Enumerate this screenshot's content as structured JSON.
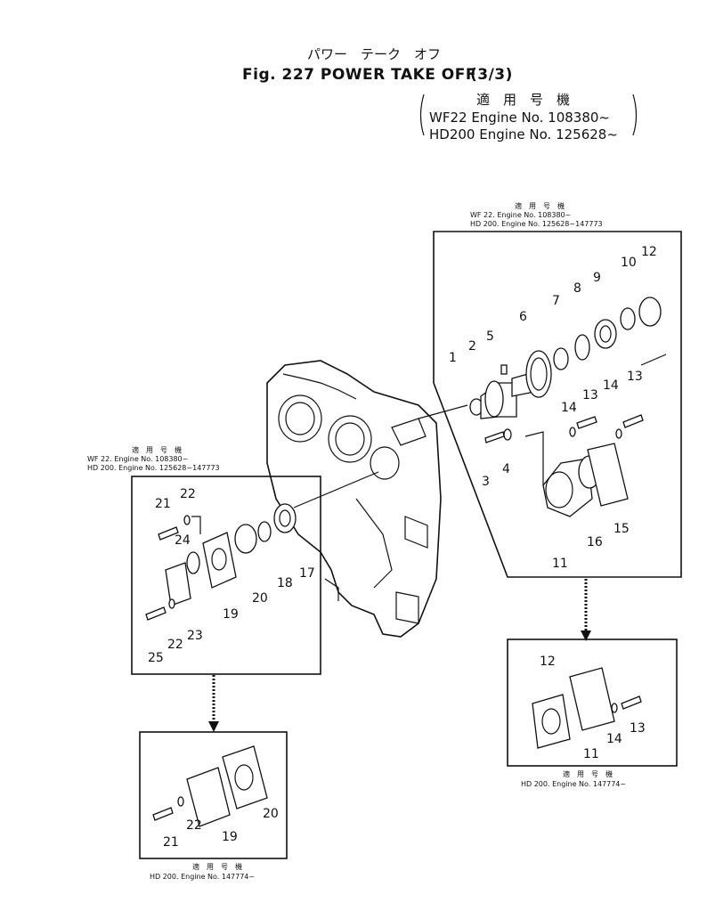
{
  "header": {
    "katakana_title": "パワー　テーク　オフ",
    "title": "Fig. 227 POWER TAKE OFF",
    "page_fraction": "(3/3)",
    "applicability_label": "適　用　号　機",
    "applicability_lines": [
      "WF22  Engine  No. 108380~",
      "HD200  Engine  No. 125628~"
    ]
  },
  "boxes": {
    "right_main": {
      "label": "適　用　号　機",
      "lines": [
        "WF 22.   Engine No. 108380~",
        "HD 200.   Engine No. 125628~147773"
      ]
    },
    "left_main": {
      "label": "適　用　号　機",
      "lines": [
        "WF 22.   Engine No. 108380~",
        "HD 200.   Engine No. 125628~147773"
      ]
    },
    "right_alt": {
      "label": "適　用　号　機",
      "lines": [
        "HD 200.   Engine No. 147774~"
      ]
    },
    "left_alt": {
      "label": "適　用　号　機",
      "lines": [
        "HD 200.   Engine No. 147774~"
      ]
    }
  },
  "callouts": {
    "right_main": [
      "1",
      "2",
      "3",
      "4",
      "5",
      "6",
      "7",
      "8",
      "9",
      "10",
      "12",
      "13",
      "13",
      "14",
      "14",
      "11",
      "16",
      "15"
    ],
    "left_main": [
      "21",
      "22",
      "24",
      "23",
      "22",
      "25",
      "19",
      "20",
      "18",
      "17"
    ],
    "right_alt": [
      "12",
      "11",
      "14",
      "13"
    ],
    "left_alt": [
      "21",
      "22",
      "19",
      "20"
    ]
  }
}
